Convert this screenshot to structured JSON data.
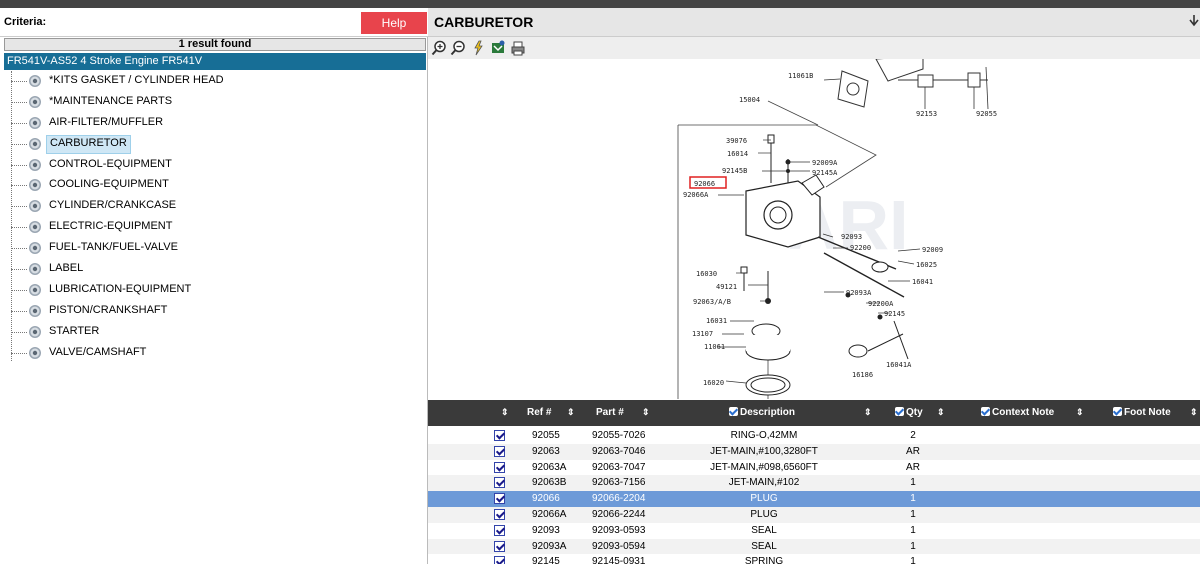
{
  "left_panel": {
    "criteria_label": "Criteria:",
    "help_label": "Help",
    "result_count": "1 result found",
    "root_label": "FR541V-AS52 4 Stroke Engine FR541V",
    "items": [
      {
        "label": "*KITS GASKET / CYLINDER HEAD"
      },
      {
        "label": "*MAINTENANCE PARTS"
      },
      {
        "label": "AIR-FILTER/MUFFLER"
      },
      {
        "label": "CARBURETOR"
      },
      {
        "label": "CONTROL-EQUIPMENT"
      },
      {
        "label": "COOLING-EQUIPMENT"
      },
      {
        "label": "CYLINDER/CRANKCASE"
      },
      {
        "label": "ELECTRIC-EQUIPMENT"
      },
      {
        "label": "FUEL-TANK/FUEL-VALVE"
      },
      {
        "label": "LABEL"
      },
      {
        "label": "LUBRICATION-EQUIPMENT"
      },
      {
        "label": "PISTON/CRANKSHAFT"
      },
      {
        "label": "STARTER"
      },
      {
        "label": "VALVE/CAMSHAFT"
      }
    ],
    "selected_item": "CARBURETOR"
  },
  "right_panel": {
    "title": "CARBURETOR",
    "toolbar_icons": [
      "zoom-in-icon",
      "zoom-out-icon",
      "magic-wand-icon",
      "settings-icon",
      "print-icon"
    ]
  },
  "diagram": {
    "labels": {
      "l11061B": "11061B",
      "l15004": "15004",
      "l92153": "92153",
      "l92055": "92055",
      "l39076": "39076",
      "l16014": "16014",
      "l92145B": "92145B",
      "l92009A": "92009A",
      "l92145A": "92145A",
      "l92066": "92066",
      "l92066A": "92066A",
      "l92093": "92093",
      "l92200": "92200",
      "l92009": "92009",
      "l16025": "16025",
      "l16030": "16030",
      "l49121": "49121",
      "l16041": "16041",
      "l92063AB": "92063/A/B",
      "l92093A": "92093A",
      "l92200A": "92200A",
      "l92145": "92145",
      "l16031": "16031",
      "l13107": "13107",
      "l11061": "11061",
      "l16041A": "16041A",
      "l16186": "16186",
      "l16020": "16020"
    },
    "highlight_ref": "92066",
    "watermark": "ARI"
  },
  "table": {
    "headers": {
      "ref": "Ref #",
      "part": "Part #",
      "desc": "Description",
      "qty": "Qty",
      "context": "Context Note",
      "foot": "Foot Note"
    },
    "rows": [
      {
        "ref": "92055",
        "part": "92055-7026",
        "desc": "RING-O,42MM",
        "qty": "2"
      },
      {
        "ref": "92063",
        "part": "92063-7046",
        "desc": "JET-MAIN,#100,3280FT",
        "qty": "AR"
      },
      {
        "ref": "92063A",
        "part": "92063-7047",
        "desc": "JET-MAIN,#098,6560FT",
        "qty": "AR"
      },
      {
        "ref": "92063B",
        "part": "92063-7156",
        "desc": "JET-MAIN,#102",
        "qty": "1"
      },
      {
        "ref": "92066",
        "part": "92066-2204",
        "desc": "PLUG",
        "qty": "1"
      },
      {
        "ref": "92066A",
        "part": "92066-2244",
        "desc": "PLUG",
        "qty": "1"
      },
      {
        "ref": "92093",
        "part": "92093-0593",
        "desc": "SEAL",
        "qty": "1"
      },
      {
        "ref": "92093A",
        "part": "92093-0594",
        "desc": "SEAL",
        "qty": "1"
      },
      {
        "ref": "92145",
        "part": "92145-0931",
        "desc": "SPRING",
        "qty": "1"
      }
    ],
    "highlighted_ref": "92066"
  },
  "colors": {
    "help_button": "#e8444c",
    "tree_root": "#176e96",
    "selected_item": "#cfe7f5",
    "table_header": "#3a3a3a",
    "highlight_row": "#6d9ad8",
    "diagram_highlight": "#e02020"
  }
}
